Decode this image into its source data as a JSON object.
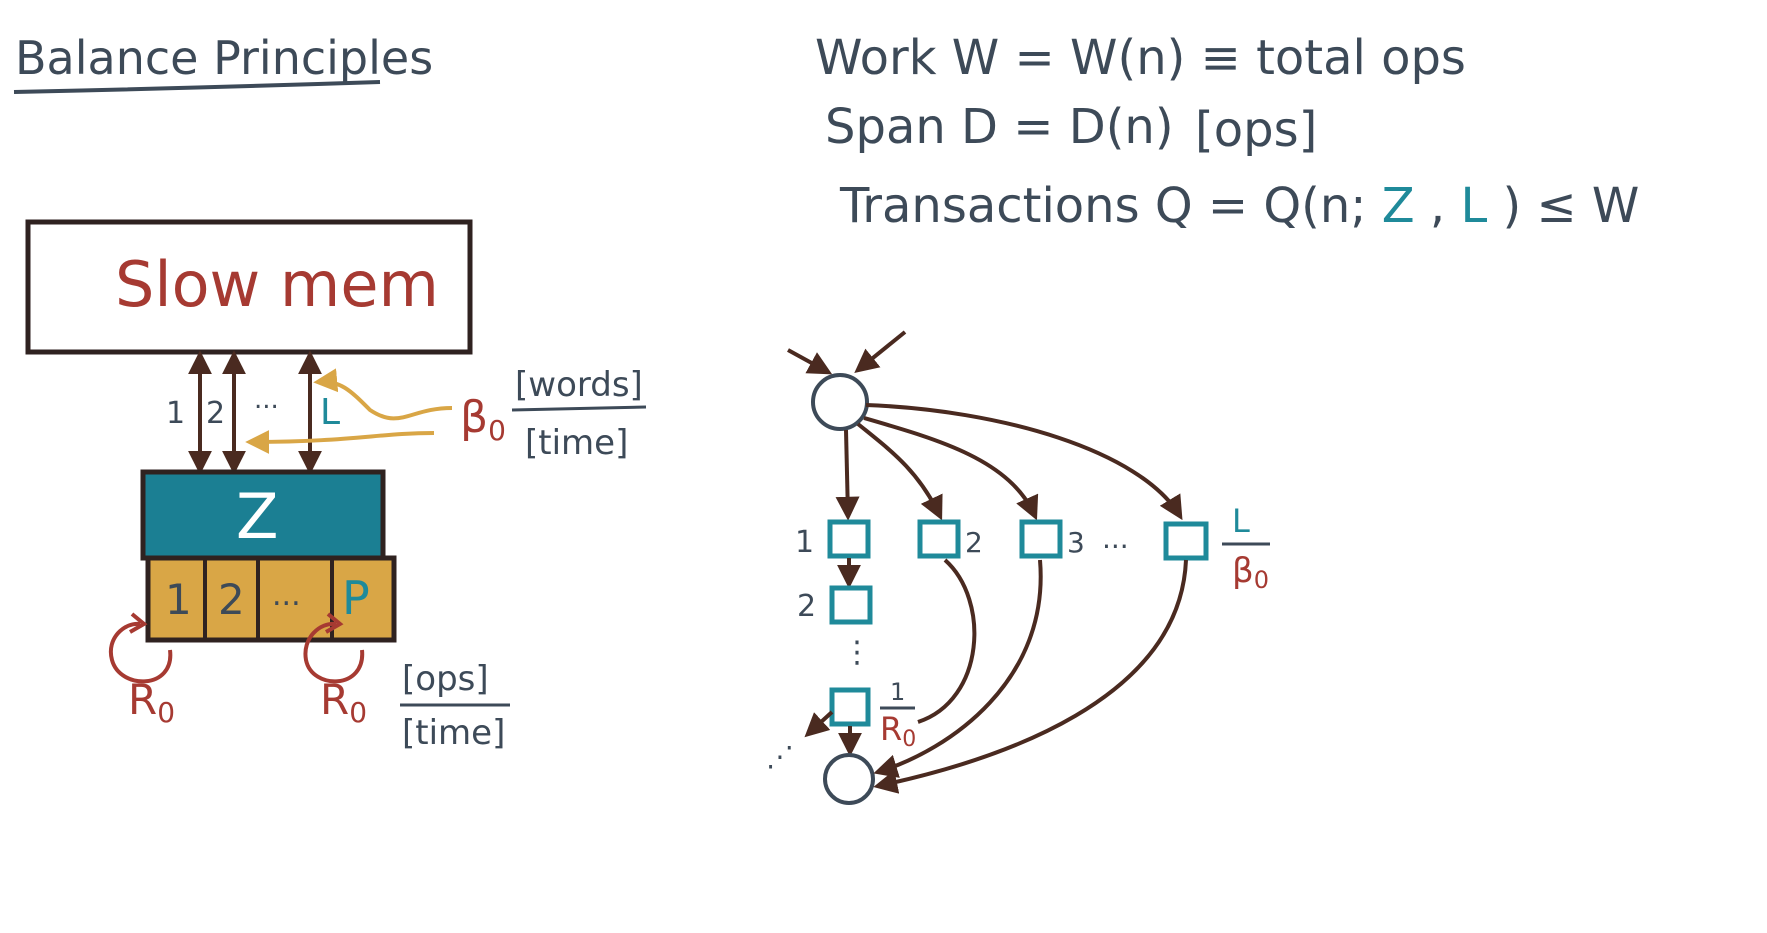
{
  "title": "Balance Principles",
  "definitions": {
    "work": "Work W = W(n) ≡ total ops",
    "span_prefix": "Span D = D(n)",
    "span_unit": "[ops]",
    "transactions_prefix": "Transactions Q = Q(n;",
    "transactions_z": "Z",
    "transactions_comma": ",",
    "transactions_l": "L",
    "transactions_suffix": ") ≤ W"
  },
  "machine": {
    "slow_mem": "Slow mem",
    "channel_1": "1",
    "channel_2": "2",
    "channel_dots": "...",
    "channel_l": "L",
    "beta": "β",
    "beta_sub": "0",
    "bandwidth_num": "[words]",
    "bandwidth_den": "[time]",
    "fast_mem": "Z",
    "proc_1": "1",
    "proc_2": "2",
    "proc_dots": "...",
    "proc_p": "P",
    "rate_left": "R",
    "rate_left_sub": "0",
    "rate_right": "R",
    "rate_right_sub": "0",
    "rate_num": "[ops]",
    "rate_den": "[time]"
  },
  "dag": {
    "row_labels": [
      "1",
      "2",
      "3",
      "..."
    ],
    "col_labels": [
      "1",
      "2"
    ],
    "col_dots": "⋮",
    "frac_l_num": "L",
    "frac_l_den": "β",
    "frac_l_den_sub": "0",
    "frac_r_num": "1",
    "frac_r_den": "R",
    "frac_r_den_sub": "0",
    "left_dots": "⋰"
  }
}
